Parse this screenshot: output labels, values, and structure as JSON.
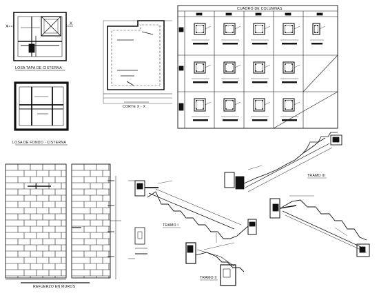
{
  "sheet": {
    "background": "#ffffff",
    "line_color": "#111111"
  },
  "labels": {
    "losa_tapa": "LOSA TAPA DE CISTERNA",
    "losa_fondo": "LOSA DE FONDO - CISTERNA",
    "corte": "CORTE   X - X",
    "cuadro_columnas": "CUADRO DE COLUMNAS",
    "refuerzo_muros": "REFUERZO EN MUROS",
    "tramo_1": "TRAMO I",
    "tramo_2": "TRAMO II",
    "tramo_3": "TRAMO III",
    "axis_x": "X"
  }
}
